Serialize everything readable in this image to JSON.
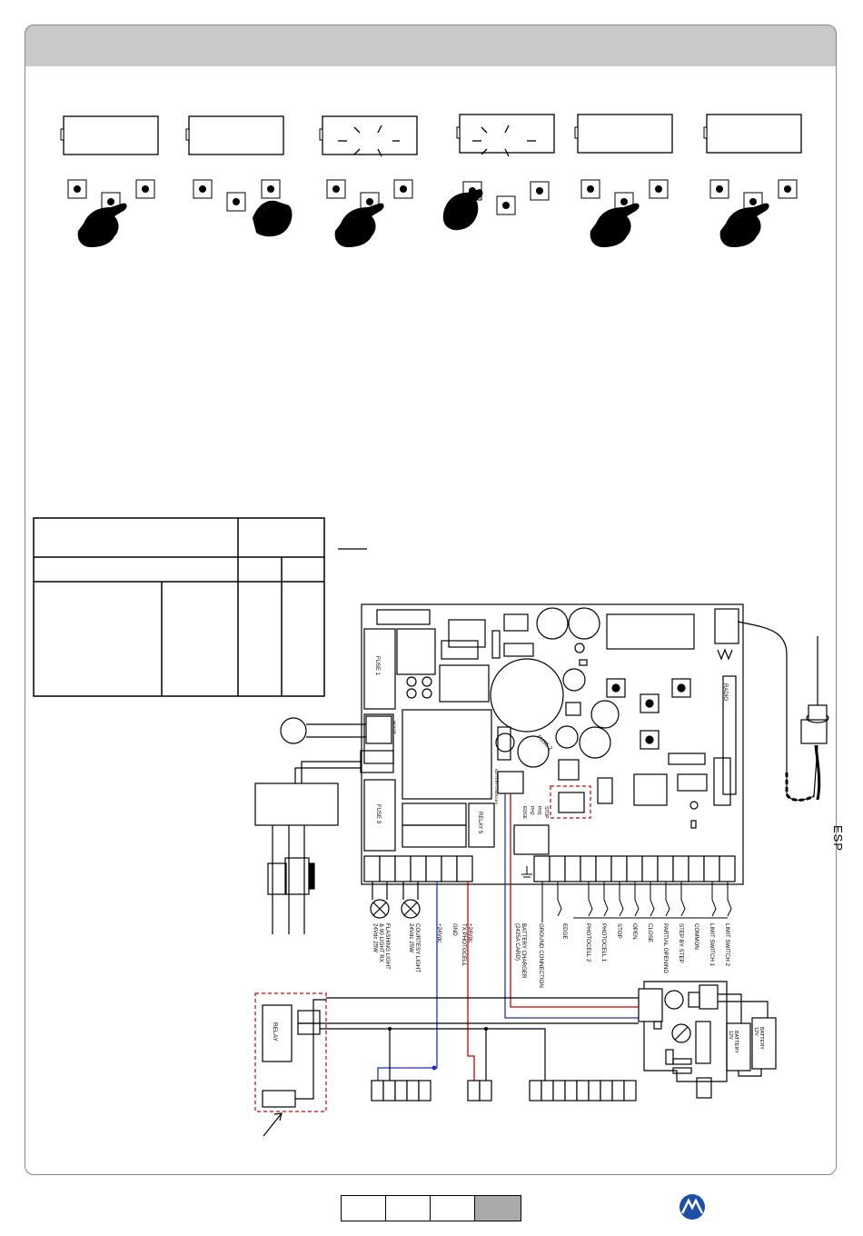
{
  "side_tag": "ESP",
  "board": {
    "fuse1": "FUSE 1",
    "fuse2": "FUSE 2",
    "fuse3": "FUSE 3",
    "relay5": "RELAY 5",
    "radio": "RADIO",
    "motor": "MOTOR",
    "battery_charger_small": "BATTERY CHARGER",
    "dip_labels": [
      "STOP",
      "PH1",
      "PH2",
      "EDGE"
    ]
  },
  "terminals_left": [
    "FLASHING LIGHT\n& 90 LIGHT RX\n24Vdc 25W",
    "COURTESY LIGHT\n24Vdc 25W",
    "+24Vdc",
    "GND",
    "+24Vdc\nTX PHOTOCELL",
    "BATTERY CHARGER\n(2425A CARD)"
  ],
  "terminals_right": [
    "GROUND CONNECTION",
    "EDGE",
    "PHOTOCELL 2",
    "PHOTOCELL 1",
    "STOP",
    "OPEN",
    "CLOSE",
    "PARTIAL OPENING",
    "STEP BY STEP",
    "COMMON",
    "LIMIT SWITCH 1",
    "LIMIT SWITCH 2"
  ],
  "ext_relay": "RELAY",
  "batteries": [
    {
      "label": "BATTERY\n12V"
    },
    {
      "label": "BATTERY\n12V"
    }
  ],
  "colors": {
    "header": "#c9c9c9",
    "red_wire": "#d00000",
    "blue_wire": "#1a2fbf",
    "dashed": "#d00000",
    "logo": "#1e4fa8"
  }
}
